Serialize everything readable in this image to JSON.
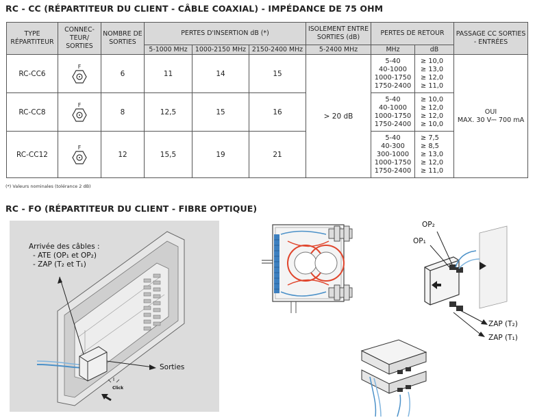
{
  "section1": {
    "title": "RC - CC (RÉPARTITEUR DU CLIENT - CÂBLE COAXIAL)  - IMPÉDANCE DE 75 OHM"
  },
  "table": {
    "headers": {
      "type": "TYPE RÉPARTITEUR",
      "conn": "CONNEC- TEUR/ SORTIES",
      "nb": "NOMBRE DE SORTIES",
      "pertes": "PERTES D'INSERTION dB (*)",
      "band1": "5-1000 MHz",
      "band2": "1000-2150 MHz",
      "band3": "2150-2400 MHz",
      "iso": "ISOLEMENT ENTRE SORTIES (dB)",
      "iso_band": "5-2400 MHz",
      "retour": "PERTES DE RETOUR",
      "mhz": "MHz",
      "db": "dB",
      "passage": "PASSAGE CC SORTIES - ENTRÉES"
    },
    "rows": [
      {
        "type": "RC-CC6",
        "conn": "F",
        "nb": "6",
        "p1": "11",
        "p2": "14",
        "p3": "15",
        "ret_mhz": [
          "5-40",
          "40-1000",
          "1000-1750",
          "1750-2400"
        ],
        "ret_db": [
          "≥ 10,0",
          "≥ 13,0",
          "≥ 12,0",
          "≥ 11,0"
        ]
      },
      {
        "type": "RC-CC8",
        "conn": "F",
        "nb": "8",
        "p1": "12,5",
        "p2": "15",
        "p3": "16",
        "ret_mhz": [
          "5-40",
          "40-1000",
          "1000-1750",
          "1750-2400"
        ],
        "ret_db": [
          "≥ 10,0",
          "≥ 12,0",
          "≥ 12,0",
          "≥ 10,0"
        ]
      },
      {
        "type": "RC-CC12",
        "conn": "F",
        "nb": "12",
        "p1": "15,5",
        "p2": "19",
        "p3": "21",
        "ret_mhz": [
          "5-40",
          "40-300",
          "300-1000",
          "1000-1750",
          "1750-2400"
        ],
        "ret_db": [
          "≥ 7,5",
          "≥ 8,5",
          "≥ 13,0",
          "≥ 12,0",
          "≥ 11,0"
        ]
      }
    ],
    "iso_value": "> 20 dB",
    "passage_value": "OUI",
    "passage_detail": "MAX. 30 V⎓ 700 mA"
  },
  "note": "(*) Valeurs nominales (tolérance 2 dB)",
  "section2": {
    "title": "RC - FO (RÉPARTITEUR DU CLIENT - FIBRE OPTIQUE)"
  },
  "figure": {
    "arrivee": "Arrivée des câbles :",
    "ate": "- ATE (OP₁ et OP₂)",
    "zap": "- ZAP (T₂ et T₁)",
    "sorties": "Sorties",
    "click": "Click",
    "op2": "OP₂",
    "op1": "OP₁",
    "zap_t2": "ZAP (T₂)",
    "zap_t1": "ZAP (T₁)"
  },
  "colors": {
    "header_bg": "#d9d9d9",
    "panel_bg": "#dcdcdc",
    "fiber_red": "#e0452c",
    "fiber_blue": "#4a90c8",
    "hatch_blue": "#3c7fbf"
  }
}
